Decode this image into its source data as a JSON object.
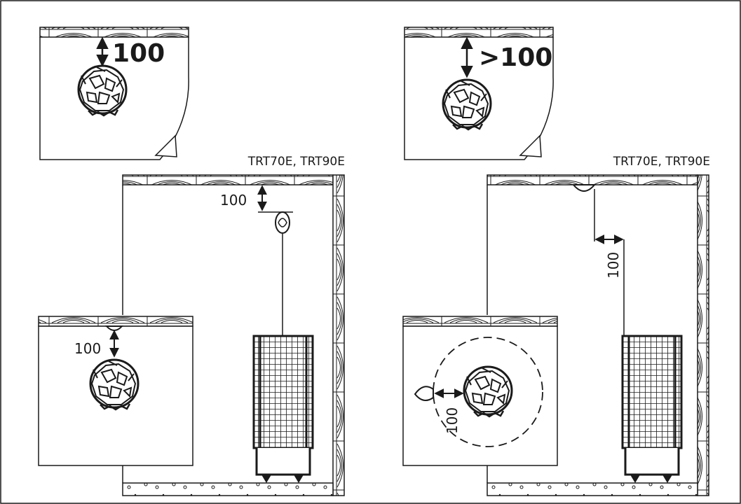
{
  "left_panel": {
    "top_view": {
      "distance_label": "100"
    },
    "model_label": "TRT70E, TRT90E",
    "side_view": {
      "distance_label": "100"
    },
    "plan_view": {
      "distance_label": "100"
    }
  },
  "right_panel": {
    "top_view": {
      "distance_label": ">100"
    },
    "model_label": "TRT70E, TRT90E",
    "side_view": {
      "distance_label": "100"
    },
    "plan_view": {
      "distance_label": "100"
    }
  },
  "colors": {
    "line": "#1a1a1a",
    "background": "#ffffff"
  }
}
